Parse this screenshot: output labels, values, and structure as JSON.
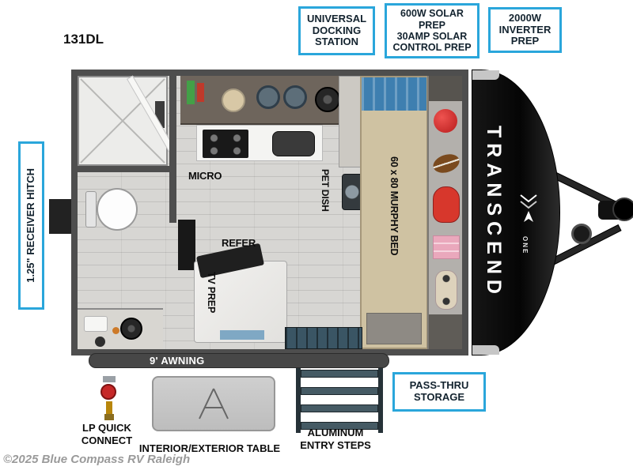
{
  "page": {
    "model": "131DL",
    "watermark": "©2025 Blue Compass RV Raleigh"
  },
  "callouts": {
    "docking": "UNIVERSAL DOCKING STATION",
    "solar_lines": [
      "600W SOLAR PREP",
      "30AMP SOLAR",
      "CONTROL PREP"
    ],
    "inverter": "2000W INVERTER PREP",
    "receiver_hitch": "1.25\" RECEIVER HITCH",
    "passthru": "PASS-THRU STORAGE"
  },
  "plan_labels": {
    "micro": "MICRO",
    "pet_dish": "PET DISH",
    "murphy_bed": "60 x 80 MURPHY BED",
    "refer": "REFER",
    "tv_prep": "TV PREP",
    "awning": "9' AWNING"
  },
  "brand": {
    "name": "TRANSCEND",
    "sub": "ONE"
  },
  "exterior_labels": {
    "lp": "LP QUICK CONNECT",
    "table": "INTERIOR/EXTERIOR TABLE",
    "steps": "ALUMINUM ENTRY STEPS"
  },
  "colors": {
    "callout_blue": "#2aa6db",
    "bed_tan": "#cfc2a2",
    "bedding_blue": "#3e7fb0",
    "cap_black": "#0c0c0c",
    "floor_gray": "#d7d6d3",
    "wall_gray": "#4e4e4e"
  }
}
